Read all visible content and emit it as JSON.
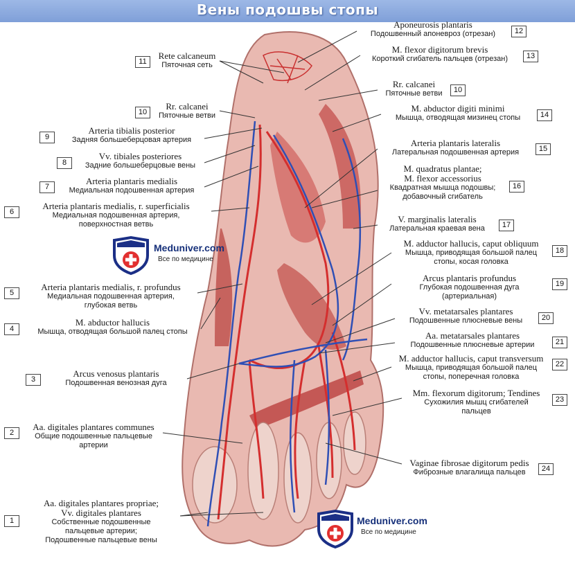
{
  "title": "Вены подошвы стопы",
  "watermark": {
    "name": "Meduniver.com",
    "subtitle": "Все по медицине"
  },
  "colors": {
    "artery": "#d42e2e",
    "vein": "#2f4fb5",
    "muscle": "#c85a58",
    "title_bar": "#8eaade"
  },
  "labels": [
    {
      "num": "1",
      "latin": [
        "Aa. digitales plantares propriae;",
        "Vv. digitales plantares"
      ],
      "russian": [
        "Собственные подошвенные",
        "пальцевые артерии;",
        "Подошвенные пальцевые вены"
      ]
    },
    {
      "num": "2",
      "latin": [
        "Aa. digitales plantares communes"
      ],
      "russian": [
        "Общие подошвенные пальцевые",
        "артерии"
      ]
    },
    {
      "num": "3",
      "latin": [
        "Arcus venosus plantaris"
      ],
      "russian": [
        "Подошвенная венозная дуга"
      ]
    },
    {
      "num": "4",
      "latin": [
        "M. abductor hallucis"
      ],
      "russian": [
        "Мышца, отводящая большой палец стопы"
      ]
    },
    {
      "num": "5",
      "latin": [
        "Arteria plantaris medialis, r. profundus"
      ],
      "russian": [
        "Медиальная подошвенная артерия,",
        "глубокая ветвь"
      ]
    },
    {
      "num": "6",
      "latin": [
        "Arteria plantaris medialis, r. superficialis"
      ],
      "russian": [
        "Медиальная подошвенная артерия,",
        "поверхностная ветвь"
      ]
    },
    {
      "num": "7",
      "latin": [
        "Arteria plantaris medialis"
      ],
      "russian": [
        "Медиальная подошвенная артерия"
      ]
    },
    {
      "num": "8",
      "latin": [
        "Vv. tibiales posteriores"
      ],
      "russian": [
        "Задние большеберцовые вены"
      ]
    },
    {
      "num": "9",
      "latin": [
        "Arteria tibialis posterior"
      ],
      "russian": [
        "Задняя большеберцовая артерия"
      ]
    },
    {
      "num": "10",
      "latin": [
        "Rr. calcanei"
      ],
      "russian": [
        "Пяточные ветви"
      ]
    },
    {
      "num": "11",
      "latin": [
        "Rete calcaneum"
      ],
      "russian": [
        "Пяточная сеть"
      ]
    },
    {
      "num": "12",
      "latin": [
        "Aponeurosis plantaris"
      ],
      "russian": [
        "Подошвенный апоневроз (отрезан)"
      ]
    },
    {
      "num": "13",
      "latin": [
        "M. flexor digitorum brevis"
      ],
      "russian": [
        "Короткий сгибатель пальцев (отрезан)"
      ]
    },
    {
      "num": "10",
      "latin": [
        "Rr. calcanei"
      ],
      "russian": [
        "Пяточные ветви"
      ]
    },
    {
      "num": "14",
      "latin": [
        "M. abductor digiti minimi"
      ],
      "russian": [
        "Мышца, отводящая мизинец стопы"
      ]
    },
    {
      "num": "15",
      "latin": [
        "Arteria plantaris lateralis"
      ],
      "russian": [
        "Латеральная подошвенная артерия"
      ]
    },
    {
      "num": "16",
      "latin": [
        "M. quadratus plantae;",
        "M. flexor accessorius"
      ],
      "russian": [
        "Квадратная мышца подошвы;",
        "добавочный сгибатель"
      ]
    },
    {
      "num": "17",
      "latin": [
        "V. marginalis lateralis"
      ],
      "russian": [
        "Латеральная краевая вена"
      ]
    },
    {
      "num": "18",
      "latin": [
        "M. adductor hallucis, caput obliquum"
      ],
      "russian": [
        "Мышца, приводящая большой палец",
        "стопы, косая головка"
      ]
    },
    {
      "num": "19",
      "latin": [
        "Arcus plantaris profundus"
      ],
      "russian": [
        "Глубокая подошвенная дуга",
        "(артериальная)"
      ]
    },
    {
      "num": "20",
      "latin": [
        "Vv. metatarsales plantares"
      ],
      "russian": [
        "Подошвенные плюсневые вены"
      ]
    },
    {
      "num": "21",
      "latin": [
        "Aa. metatarsales plantares"
      ],
      "russian": [
        "Подошвенные плюсневые артерии"
      ]
    },
    {
      "num": "22",
      "latin": [
        "M. adductor hallucis, caput transversum"
      ],
      "russian": [
        "Мышца, приводящая большой палец",
        "стопы, поперечная головка"
      ]
    },
    {
      "num": "23",
      "latin": [
        "Mm. flexorum digitorum; Tendines"
      ],
      "russian": [
        "Сухожилия мышц сгибателей",
        "пальцев"
      ]
    },
    {
      "num": "24",
      "latin": [
        "Vaginae fibrosae digitorum pedis"
      ],
      "russian": [
        "Фиброзные влагалища пальцев"
      ]
    }
  ]
}
